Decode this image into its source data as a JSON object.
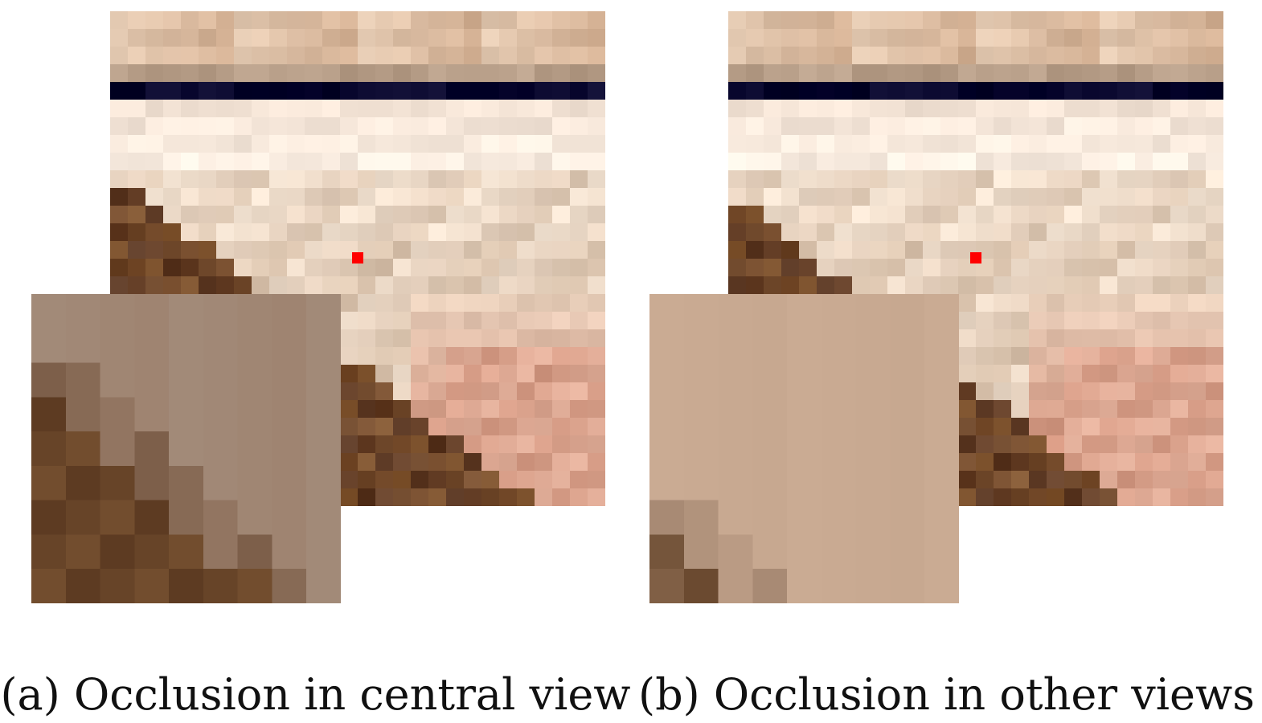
{
  "figure": {
    "panels": [
      {
        "id": "a",
        "caption": "(a) Occlusion in central view",
        "marker_color": "#ff0000"
      },
      {
        "id": "b",
        "caption": "(b) Occlusion in other views",
        "marker_color": "#ff0000"
      }
    ],
    "palette": {
      "sky_light": "#e9d1bb",
      "dark_band": "#7a5e44",
      "bright_band": "#f4e4d6",
      "wood_dark": "#5a3722",
      "wood_mid": "#8a5c34",
      "pink_region": "#d49a84"
    }
  }
}
